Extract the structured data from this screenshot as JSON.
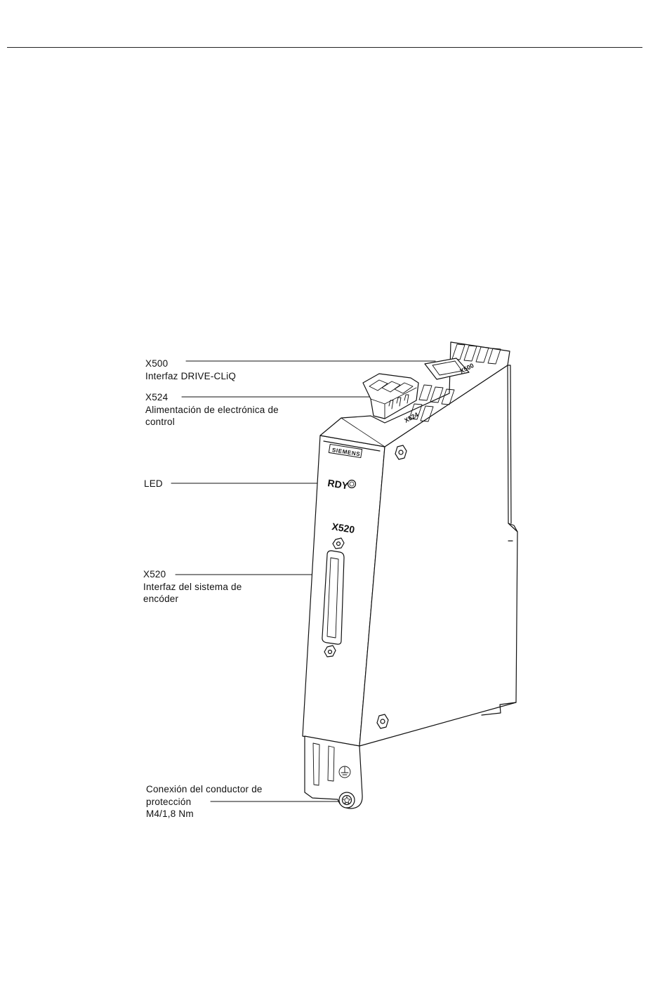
{
  "callouts": {
    "x500": {
      "id": "X500",
      "text": "Interfaz DRIVE-CLiQ"
    },
    "x524": {
      "id": "X524",
      "line1": "Alimentación de electrónica de",
      "line2": "control"
    },
    "led": {
      "id": "LED"
    },
    "x520": {
      "id": "X520",
      "line1": "Interfaz del sistema de",
      "line2": "encóder"
    },
    "pe": {
      "line1": "Conexión del conductor de",
      "line2": "protección",
      "line3": "M4/1,8 Nm"
    }
  },
  "device": {
    "brand": "SIEMENS",
    "rdy_label": "RDY",
    "front_port_label": "X520",
    "top_port_a": "X500",
    "top_port_b": "X524"
  }
}
